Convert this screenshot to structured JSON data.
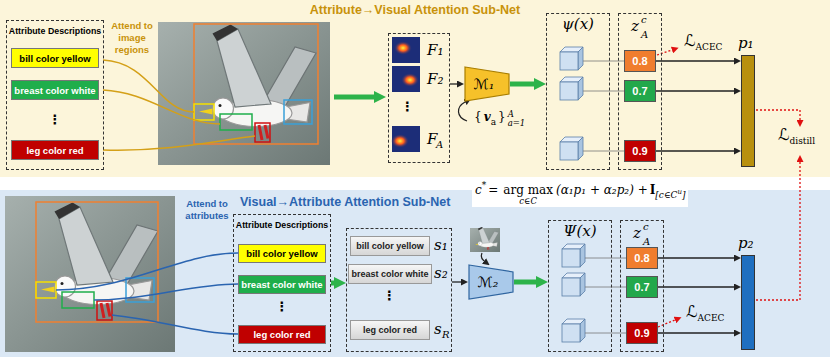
{
  "diagram": {
    "nodes": [
      {
        "text": [
          "Attribute→Visual Attention Sub-Net"
        ]
      },
      {
        "text": [
          "Attribute Descriptions",
          "⋮"
        ],
        "in": 0
      },
      {
        "text": [
          "bill color yellow"
        ],
        "in": 1
      },
      {
        "text": [
          "breast color white"
        ],
        "in": 1
      },
      {
        "text": [
          "leg color red"
        ],
        "in": 1
      },
      {
        "text": [
          "F₁",
          "F₂",
          "⋮",
          "F",
          "A"
        ],
        "in": 0
      },
      {
        "text": [
          "ℳ₁"
        ],
        "in": 0
      },
      {
        "text": [
          "ψ(x)"
        ],
        "in": 0
      },
      {
        "text": [
          "z",
          "c",
          "A"
        ],
        "in": 0
      },
      {
        "text": [
          "0.8"
        ],
        "in": 8
      },
      {
        "text": [
          "0.7"
        ],
        "in": 8
      },
      {
        "text": [
          "0.9"
        ],
        "in": 8
      },
      {
        "text": [
          "p₁"
        ],
        "in": 0
      },
      {
        "text": [
          "Visual→Attribute Attention Sub-Net"
        ]
      },
      {
        "text": [
          "Attribute Descriptions",
          "⋮"
        ],
        "in": 13
      },
      {
        "text": [
          "bill color yellow"
        ],
        "in": 14
      },
      {
        "text": [
          "breast color white"
        ],
        "in": 14
      },
      {
        "text": [
          "leg color red"
        ],
        "in": 14
      },
      {
        "text": [
          "s₁",
          "s₂",
          "⋮",
          "s",
          "R"
        ],
        "in": 13
      },
      {
        "text": [
          "bill color yellow"
        ],
        "in": 18
      },
      {
        "text": [
          "breast color white"
        ],
        "in": 18
      },
      {
        "text": [
          "leg color red"
        ],
        "in": 18
      },
      {
        "text": [
          "ℳ₂"
        ],
        "in": 13
      },
      {
        "text": [
          "Ψ(x)"
        ],
        "in": 13
      },
      {
        "text": [
          "z",
          "c",
          "A"
        ],
        "in": 13
      },
      {
        "text": [
          "0.8"
        ],
        "in": 24
      },
      {
        "text": [
          "0.7"
        ],
        "in": 24
      },
      {
        "text": [
          "0.9"
        ],
        "in": 24
      },
      {
        "text": [
          "p₂"
        ],
        "in": 13
      }
    ],
    "edges": [
      {
        "from": 5,
        "to": 6,
        "arrow": "to"
      },
      {
        "from": 6,
        "to": 7,
        "arrow": "to"
      },
      {
        "from": 9,
        "to": 12,
        "arrow": "to"
      },
      {
        "from": 10,
        "to": 12,
        "arrow": "to"
      },
      {
        "from": 11,
        "to": 12,
        "arrow": "to"
      },
      {
        "from": 14,
        "to": 18,
        "arrow": "to"
      },
      {
        "from": 18,
        "to": 22,
        "arrow": "to"
      },
      {
        "from": 22,
        "to": 23,
        "arrow": "to"
      },
      {
        "from": 25,
        "to": 28,
        "arrow": "to"
      },
      {
        "from": 26,
        "to": 28,
        "arrow": "to"
      },
      {
        "from": 27,
        "to": 28,
        "arrow": "to"
      }
    ],
    "labels": [
      "Attend to image regions",
      "{",
      "v",
      "a",
      "}",
      "A",
      "a=1",
      "ℒ",
      "ACEC",
      "ℒ",
      "distill",
      "c",
      "*",
      "=",
      "arg max",
      "c∈C",
      "(α₁p₁ + α₂p₂) +",
      "I",
      "[c∈C",
      "u",
      "]",
      "ℒ",
      "ACEC",
      "Attend to attributes"
    ]
  }
}
